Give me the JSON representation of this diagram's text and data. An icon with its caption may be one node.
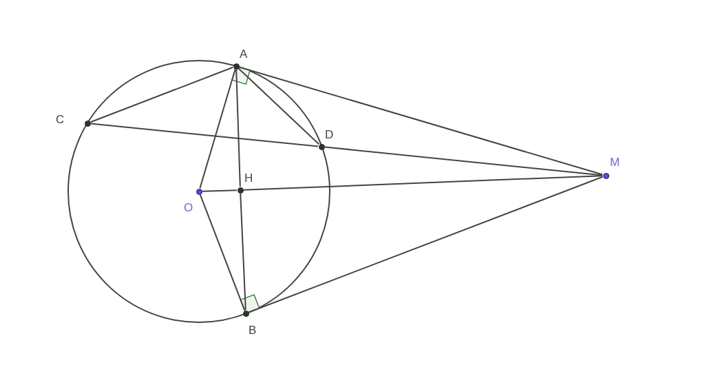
{
  "diagram": {
    "nodes": [
      {
        "text": [
          "A"
        ]
      },
      {
        "text": [
          "C"
        ]
      },
      {
        "text": [
          "D"
        ]
      },
      {
        "text": [
          "M"
        ]
      },
      {
        "text": [
          "O"
        ]
      },
      {
        "text": [
          "H"
        ]
      },
      {
        "text": [
          "B"
        ]
      }
    ],
    "edges": [
      {
        "from": 0,
        "to": 1,
        "arrow": "none"
      },
      {
        "from": 0,
        "to": 2,
        "arrow": "none"
      },
      {
        "from": 0,
        "to": 3,
        "arrow": "none"
      },
      {
        "from": 1,
        "to": 2,
        "arrow": "none"
      },
      {
        "from": 2,
        "to": 3,
        "arrow": "none"
      },
      {
        "from": 4,
        "to": 0,
        "arrow": "none"
      },
      {
        "from": 4,
        "to": 5,
        "arrow": "none"
      },
      {
        "from": 5,
        "to": 3,
        "arrow": "none"
      },
      {
        "from": 0,
        "to": 5,
        "arrow": "none"
      },
      {
        "from": 5,
        "to": 6,
        "arrow": "none"
      },
      {
        "from": 4,
        "to": 6,
        "arrow": "none"
      },
      {
        "from": 6,
        "to": 3,
        "arrow": "none"
      }
    ]
  }
}
